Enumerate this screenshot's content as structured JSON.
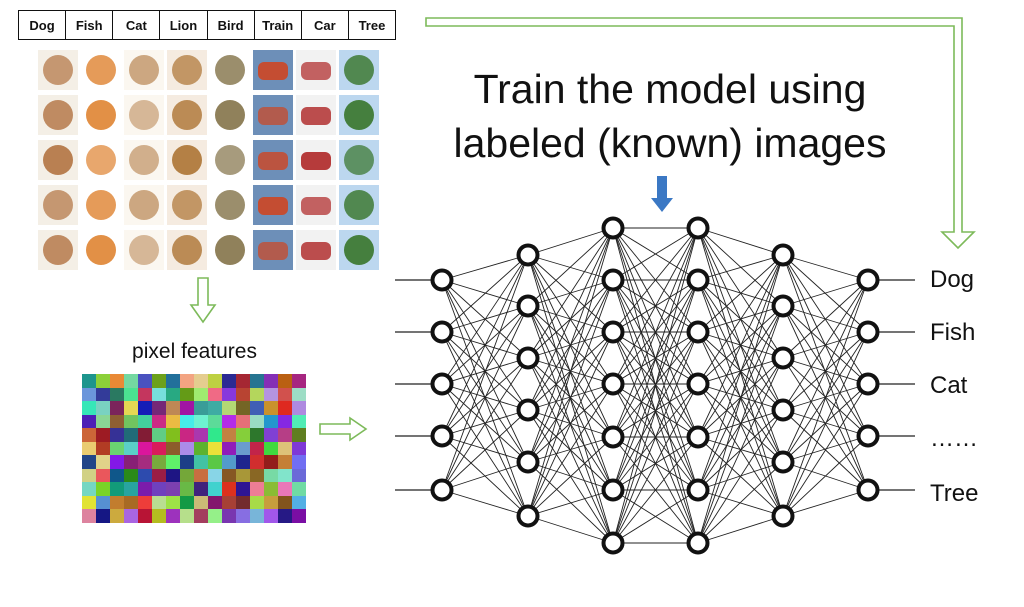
{
  "label_table": [
    "Dog",
    "Fish",
    "Cat",
    "Lion",
    "Bird",
    "Train",
    "Car",
    "Tree"
  ],
  "title": {
    "line1": "Train the model using",
    "line2": "labeled (known) images"
  },
  "pixel_features_label": "pixel features",
  "outputs": [
    "Dog",
    "Fish",
    "Cat",
    "……",
    "Tree"
  ],
  "network": {
    "layers": [
      5,
      6,
      7,
      7,
      6,
      5
    ]
  },
  "colors": {
    "arrow_outline": "#7dba5a",
    "down_arrow": "#3b78c4",
    "node_stroke": "#111111",
    "edge": "#222222"
  },
  "thumbnail_icons": [
    "dog-photo-icon",
    "fish-photo-icon",
    "cat-photo-icon",
    "lion-photo-icon",
    "bird-photo-icon",
    "train-photo-icon",
    "car-photo-icon",
    "tree-photo-icon"
  ]
}
